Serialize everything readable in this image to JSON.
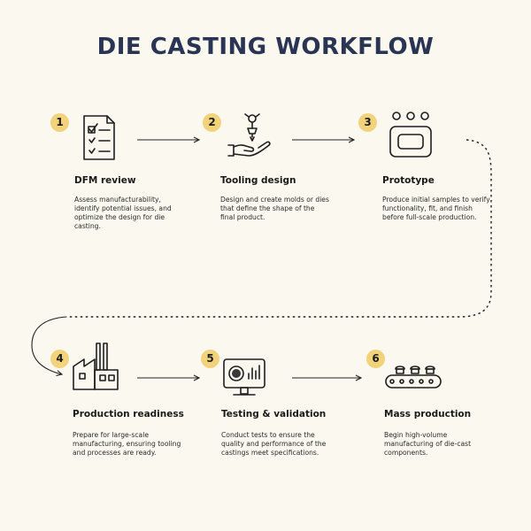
{
  "title": "DIE CASTING WORKFLOW",
  "steps": [
    {
      "number": "1",
      "icon": "checklist-icon",
      "title": "DFM review",
      "description": "Assess manufacturability, identify potential issues, and optimize the design for die casting."
    },
    {
      "number": "2",
      "icon": "robotic-hand-icon",
      "title": "Tooling design",
      "description": "Design and create molds or dies that define the shape of the final product."
    },
    {
      "number": "3",
      "icon": "prototype-panel-icon",
      "title": "Prototype",
      "description": "Produce initial samples to verify functionality, fit, and finish before full-scale production."
    },
    {
      "number": "4",
      "icon": "factory-icon",
      "title": "Production readiness",
      "description": "Prepare for large-scale manufacturing, ensuring tooling and processes are ready."
    },
    {
      "number": "5",
      "icon": "monitor-gauge-icon",
      "title": "Testing & validation",
      "description": "Conduct tests to ensure the quality and performance of the castings meet specifications."
    },
    {
      "number": "6",
      "icon": "conveyor-belt-icon",
      "title": "Mass production",
      "description": "Begin high-volume manufacturing of die-cast components."
    }
  ],
  "colors": {
    "background": "#faf8ef",
    "title": "#2a3553",
    "badge": "#f2d27a",
    "ink": "#1e1e1e"
  }
}
